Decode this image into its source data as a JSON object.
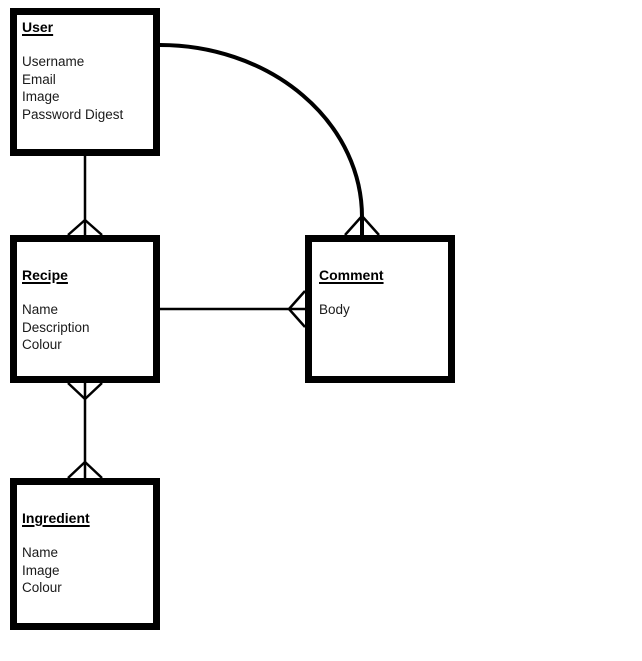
{
  "diagram": {
    "type": "entity-relationship-diagram",
    "notation": "crows-foot",
    "colors": {
      "line": "#000000",
      "box_border": "#000000",
      "box_fill": "#ffffff",
      "background": "#ffffff"
    },
    "entities": [
      {
        "name": "User",
        "attributes": [
          "Username",
          "Email",
          "Image",
          "Password Digest"
        ]
      },
      {
        "name": "Recipe",
        "attributes": [
          "Name",
          "Description",
          "Colour"
        ]
      },
      {
        "name": "Comment",
        "attributes": [
          "Body"
        ]
      },
      {
        "name": "Ingredient",
        "attributes": [
          "Name",
          "Image",
          "Colour"
        ]
      }
    ],
    "relationships": [
      {
        "from": "User",
        "to": "Recipe",
        "from_end": "one",
        "to_end": "many",
        "shape": "straight-vertical"
      },
      {
        "from": "User",
        "to": "Comment",
        "from_end": "one",
        "to_end": "many",
        "shape": "curved"
      },
      {
        "from": "Recipe",
        "to": "Comment",
        "from_end": "one",
        "to_end": "many",
        "shape": "straight-horizontal"
      },
      {
        "from": "Recipe",
        "to": "Ingredient",
        "from_end": "many",
        "to_end": "many",
        "shape": "straight-vertical"
      }
    ]
  }
}
